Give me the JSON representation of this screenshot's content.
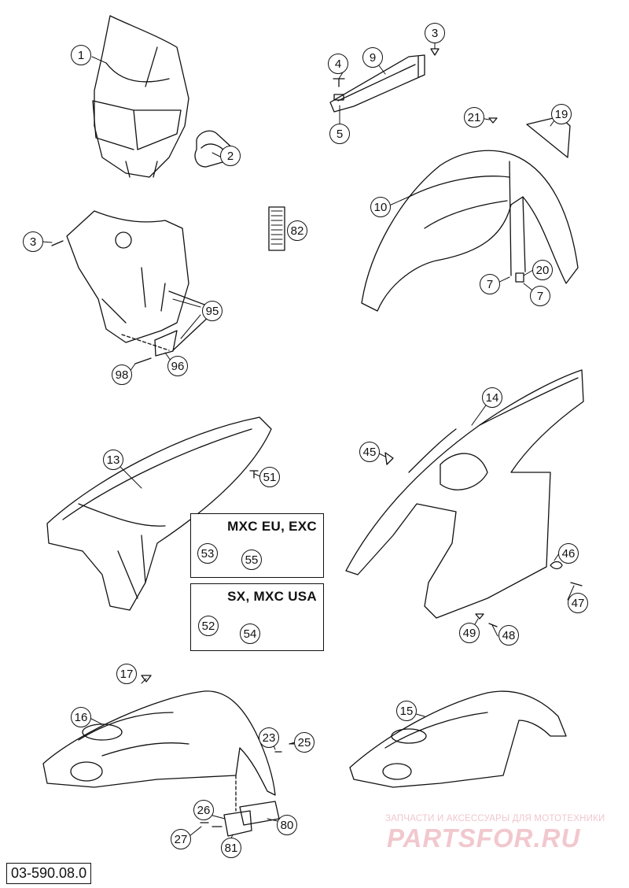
{
  "document_code": "03-590.08.0",
  "watermark": {
    "tagline": "ЗАПЧАСТИ И АКСЕССУАРЫ ДЛЯ МОТОТЕХНИКИ",
    "brand": "PARTSFOR.RU"
  },
  "callouts": {
    "c1": "1",
    "c2": "2",
    "c3a": "3",
    "c3b": "3",
    "c4": "4",
    "c5": "5",
    "c7a": "7",
    "c7b": "7",
    "c9": "9",
    "c10": "10",
    "c13": "13",
    "c14": "14",
    "c15": "15",
    "c16": "16",
    "c17": "17",
    "c19": "19",
    "c20": "20",
    "c21": "21",
    "c23": "23",
    "c25": "25",
    "c26": "26",
    "c27": "27",
    "c45": "45",
    "c46": "46",
    "c47": "47",
    "c48": "48",
    "c49": "49",
    "c51": "51",
    "c52": "52",
    "c53": "53",
    "c54": "54",
    "c55": "55",
    "c80": "80",
    "c81": "81",
    "c82": "82",
    "c95": "95",
    "c96": "96",
    "c98": "98"
  },
  "variants": {
    "mxc_eu": "MXC EU, EXC",
    "sx_mxc_usa": "SX, MXC USA"
  },
  "colors": {
    "line": "#111111",
    "watermark": "#f1c8ce"
  }
}
